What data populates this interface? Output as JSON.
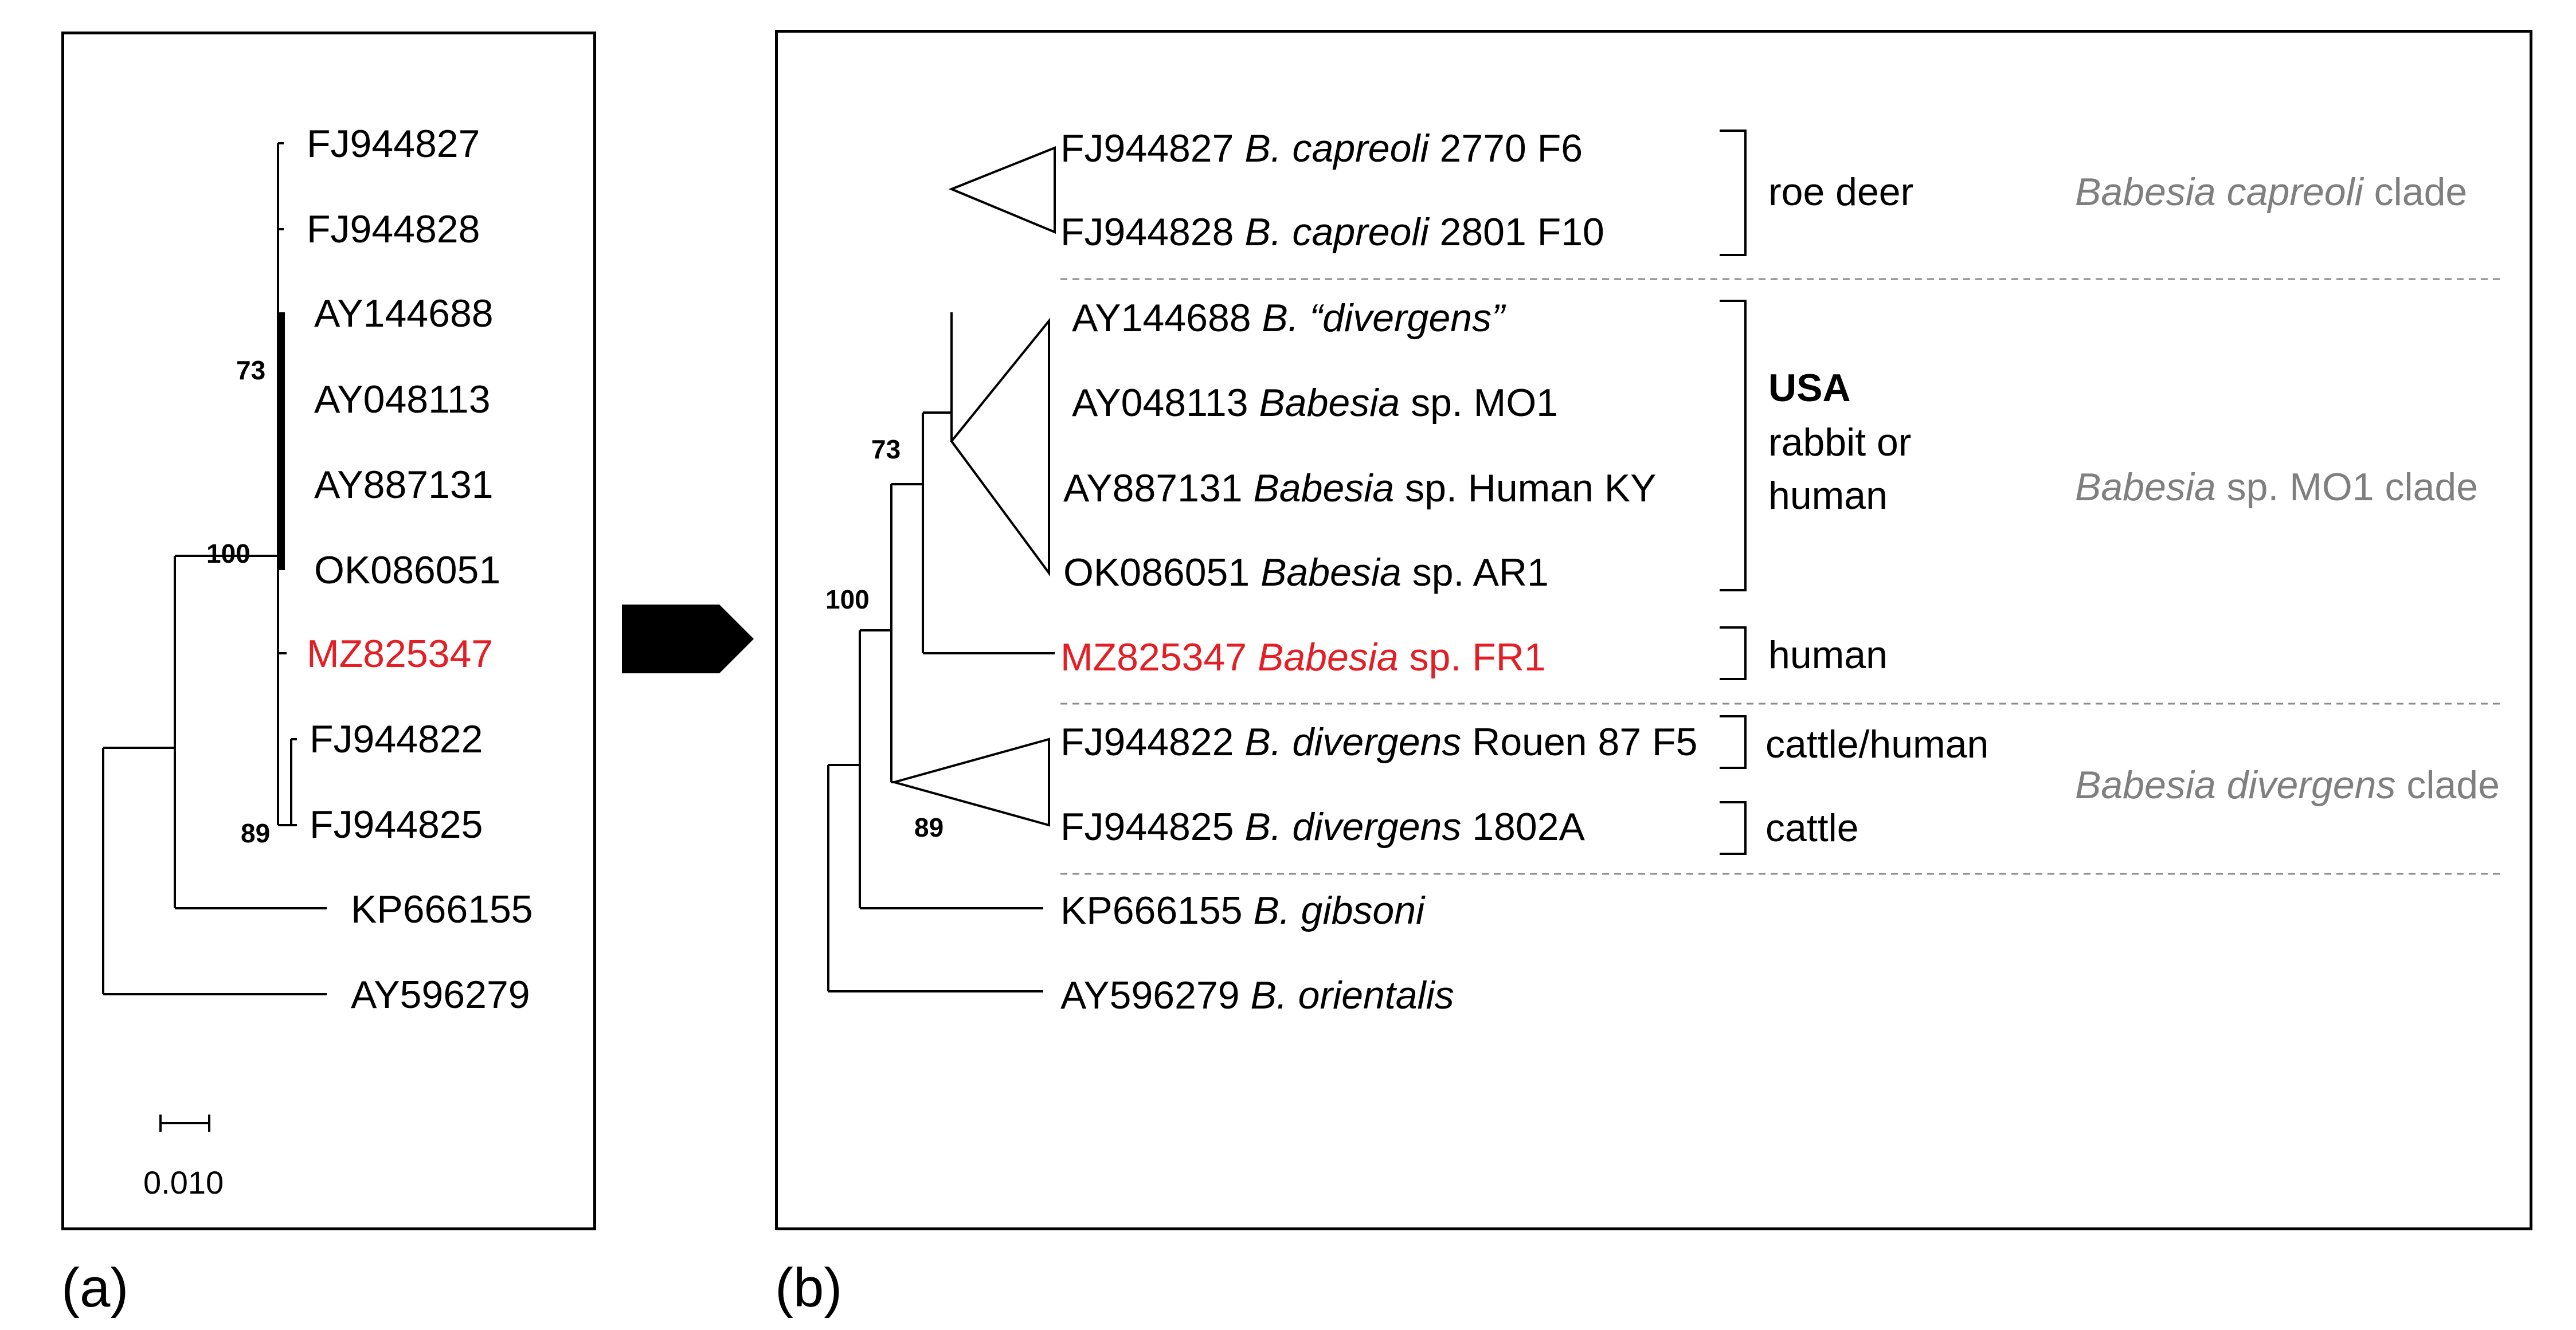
{
  "panels": {
    "a": {
      "letter": "(a)"
    },
    "b": {
      "letter": "(b)"
    }
  },
  "panel_a": {
    "tips": [
      {
        "acc": "FJ944827",
        "highlight": false
      },
      {
        "acc": "FJ944828",
        "highlight": false
      },
      {
        "acc": "AY144688",
        "highlight": false
      },
      {
        "acc": "AY048113",
        "highlight": false
      },
      {
        "acc": "AY887131",
        "highlight": false
      },
      {
        "acc": "OK086051",
        "highlight": false
      },
      {
        "acc": "MZ825347",
        "highlight": true
      },
      {
        "acc": "FJ944822",
        "highlight": false
      },
      {
        "acc": "FJ944825",
        "highlight": false
      },
      {
        "acc": "KP666155",
        "highlight": false
      },
      {
        "acc": "AY596279",
        "highlight": false
      }
    ],
    "bootstrap": [
      "73",
      "100",
      "89"
    ],
    "scale_bar": "0.010"
  },
  "panel_b": {
    "tips": [
      {
        "acc": "FJ944827",
        "genus": "B. capreoli",
        "rest": " 2770 F6",
        "highlight": false
      },
      {
        "acc": "FJ944828",
        "genus": "B. capreoli",
        "rest": " 2801 F10",
        "highlight": false
      },
      {
        "acc": "AY144688",
        "genus": "B. “divergens”",
        "rest": "",
        "highlight": false
      },
      {
        "acc": "AY048113",
        "genus": "Babesia",
        "rest": " sp. MO1",
        "highlight": false
      },
      {
        "acc": "AY887131",
        "genus": "Babesia",
        "rest": " sp. Human KY",
        "highlight": false
      },
      {
        "acc": "OK086051",
        "genus": "Babesia",
        "rest": " sp. AR1",
        "highlight": false
      },
      {
        "acc": "MZ825347",
        "genus": "Babesia",
        "rest": " sp. FR1",
        "highlight": true
      },
      {
        "acc": "FJ944822",
        "genus": "B. divergens",
        "rest": " Rouen 87 F5",
        "highlight": false
      },
      {
        "acc": "FJ944825",
        "genus": "B. divergens",
        "rest": " 1802A",
        "highlight": false
      },
      {
        "acc": "KP666155",
        "genus": "B. gibsoni",
        "rest": "",
        "highlight": false
      },
      {
        "acc": "AY596279",
        "genus": "B. orientalis",
        "rest": "",
        "highlight": false
      }
    ],
    "bootstrap": [
      "73",
      "100",
      "89"
    ],
    "hosts": {
      "roe_deer": "roe deer",
      "usa": "USA",
      "rabbit_or": "rabbit or",
      "human_line": "human",
      "human": "human",
      "cattle_human": "cattle/human",
      "cattle": "cattle"
    },
    "clades": {
      "capreoli_italic": "Babesia capreoli",
      "capreoli_rest": " clade",
      "mo1_italic": "Babesia",
      "mo1_rest": " sp. MO1 clade",
      "divergens_italic": "Babesia divergens",
      "divergens_rest": " clade"
    }
  }
}
